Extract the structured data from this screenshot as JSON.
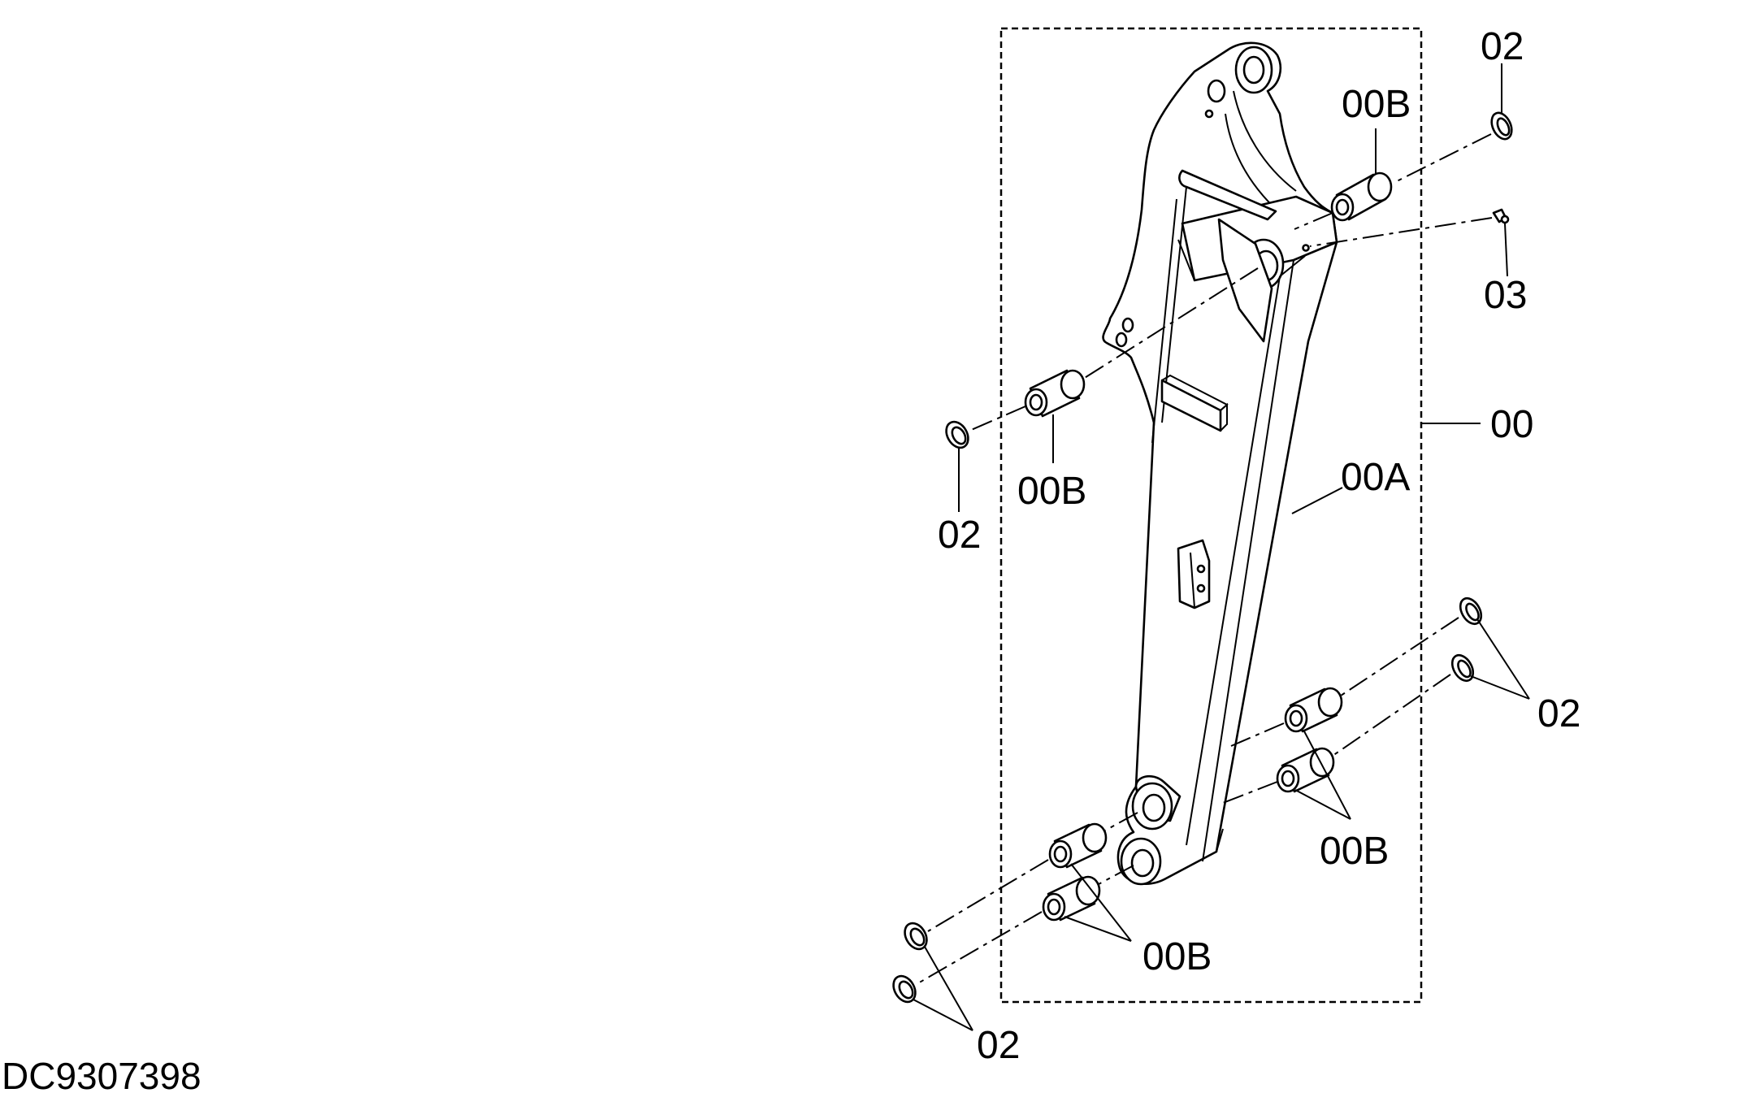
{
  "drawing_code": "DC9307398",
  "callouts": {
    "assembly": "00",
    "arm": "00A",
    "bushing_upper_right": "00B",
    "bushing_upper_left": "00B",
    "bushing_lower_right": "00B",
    "bushing_lower_left": "00B",
    "seal_upper_right": "02",
    "seal_upper_left": "02",
    "seal_lower_right": "02",
    "seal_lower_left": "02",
    "grease_fitting": "03"
  }
}
